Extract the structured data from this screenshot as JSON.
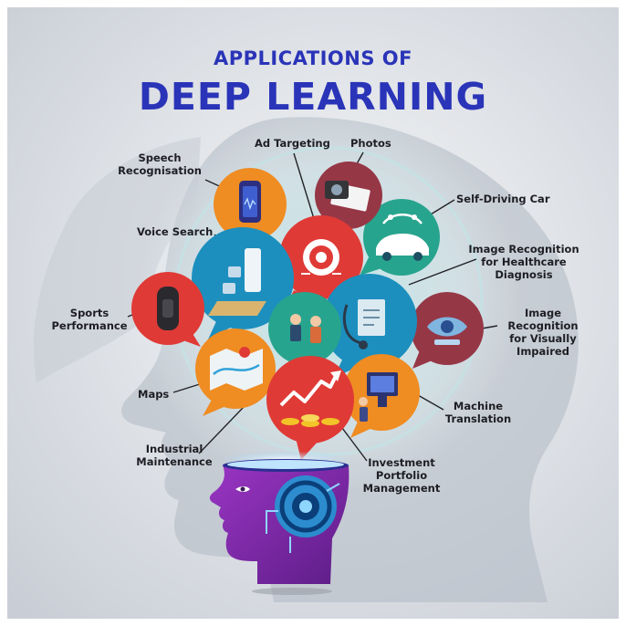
{
  "title": {
    "line1": "APPLICATIONS OF",
    "line2": "DEEP LEARNING"
  },
  "colors": {
    "title": "#2a34b8",
    "red": "#e03a36",
    "orange": "#ef8c22",
    "blue": "#1c8fbe",
    "teal": "#27a48e",
    "maroon": "#963746",
    "purple": "#7e2aa0"
  },
  "labels": {
    "speech": [
      "Speech",
      "Recognisation"
    ],
    "ad_targeting": "Ad Targeting",
    "photos": "Photos",
    "self_driving": "Self-Driving Car",
    "voice_search": "Voice Search",
    "image_health": [
      "Image Recognition",
      "for Healthcare",
      "Diagnosis"
    ],
    "sports": [
      "Sports",
      "Performance"
    ],
    "image_visual": [
      "Image",
      "Recognition",
      "for Visually",
      "Impaired"
    ],
    "maps": "Maps",
    "machine_translation": [
      "Machine",
      "Translation"
    ],
    "industrial": [
      "Industrial",
      "Maintenance"
    ],
    "investment": [
      "Investment",
      "Portfolio",
      "Management"
    ]
  }
}
